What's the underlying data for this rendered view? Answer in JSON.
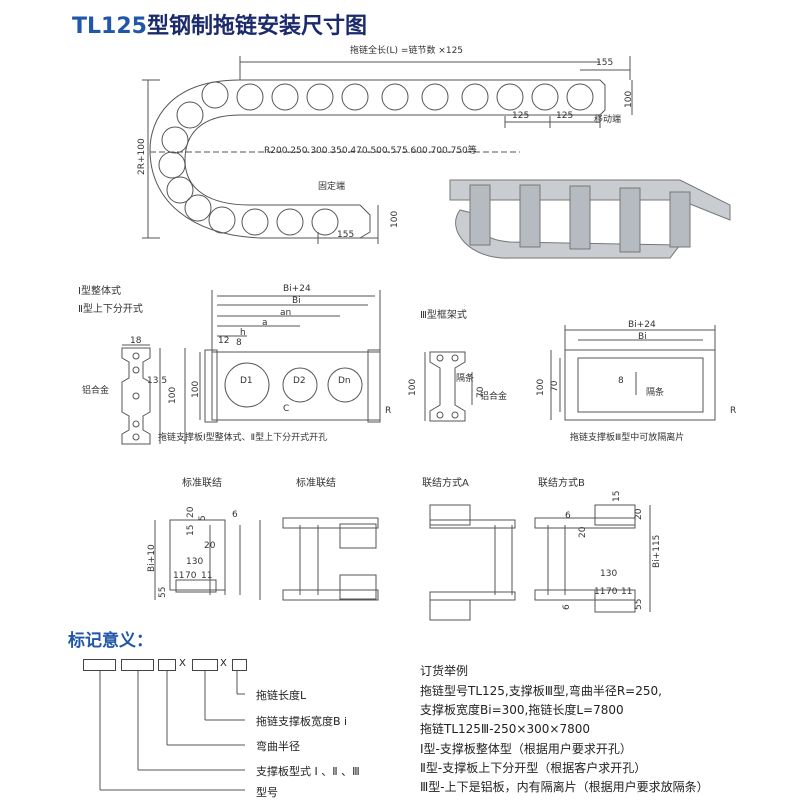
{
  "title": {
    "prefix": "TL125",
    "rest": "型钢制拖链安装尺寸图"
  },
  "top_diagram": {
    "total_length": "拖链全长(L) =链节数 ×125",
    "dim_155_top": "155",
    "dim_100_top": "100",
    "dim_125_a": "125",
    "dim_125_b": "125",
    "moving_end": "移动端",
    "height_label": "2R+100",
    "radius_list": "R200.250.300.350.470.500.575.600.700.750等",
    "fixed_end": "固定端",
    "dim_100_bottom": "100",
    "dim_155_bottom": "155"
  },
  "support_types": {
    "type1": "Ⅰ型整体式",
    "type2": "Ⅱ型上下分开式",
    "type3": "Ⅲ型框架式",
    "dim_18": "18",
    "dim_13_5": "13.5",
    "dim_100_left": "100",
    "aluminium": "铝合金",
    "bi_24": "Bi+24",
    "bi": "Bi",
    "an": "an",
    "a": "a",
    "h": "h",
    "dim_12": "12",
    "dim_8": "8",
    "d1": "D1",
    "d2": "D2",
    "dn": "Dn",
    "c": "C",
    "r": "R",
    "dim_100_mid": "100",
    "caption_1": "拖链支撑板Ⅰ型整体式、Ⅱ型上下分开式开孔",
    "sep_label": "隔条",
    "dim_70": "70",
    "dim_100_h": "100",
    "aluminium_2": "铝合金",
    "bi_24_right": "Bi+24",
    "bi_right": "Bi",
    "dim_8_right": "8",
    "sep_right": "隔条",
    "dim_100_r": "100",
    "dim_70_r": "70",
    "r_right": "R",
    "caption_2": "拖链支撑板Ⅲ型中可放隔离片"
  },
  "connections": {
    "std1": "标准联结",
    "std2": "标准联结",
    "method_a": "联结方式A",
    "method_b": "联结方式B",
    "d20a": "20",
    "d15a": "15",
    "d5": "5",
    "d6a": "6",
    "d20b": "20",
    "bi10": "Bi+10",
    "d130": "130",
    "d11a": "11",
    "d70": "70",
    "d11b": "11",
    "d55": "55",
    "d6b": "6",
    "d15b": "15",
    "d20c": "20",
    "d20d": "20",
    "bi115": "Bi+115",
    "d130b": "130",
    "d11c": "11",
    "d70b": "70",
    "d11d": "11",
    "d6c": "6",
    "d55b": "55"
  },
  "marking": {
    "heading": "标记意义：",
    "x1": "X",
    "x2": "X",
    "items": [
      "拖链长度L",
      "拖链支撑板宽度B i",
      "弯曲半径",
      "支撑板型式 Ⅰ 、Ⅱ 、Ⅲ",
      "型号"
    ]
  },
  "order_example": {
    "heading": "订货举例",
    "lines": [
      "拖链型号TL125,支撑板Ⅲ型,弯曲半径R=250,",
      "支撑板宽度Bi=300,拖链长度L=7800",
      "拖链TL125Ⅲ-250×300×7800",
      "Ⅰ型-支撑板整体型（根据用户要求开孔）",
      "Ⅱ型-支撑板上下分开型（根据客户求开孔）",
      "Ⅲ型-上下是铝板，内有隔离片（根据用户要求放隔条）"
    ]
  },
  "colors": {
    "title": "#1a2a6c",
    "accent": "#2157a8",
    "line": "#555555"
  }
}
